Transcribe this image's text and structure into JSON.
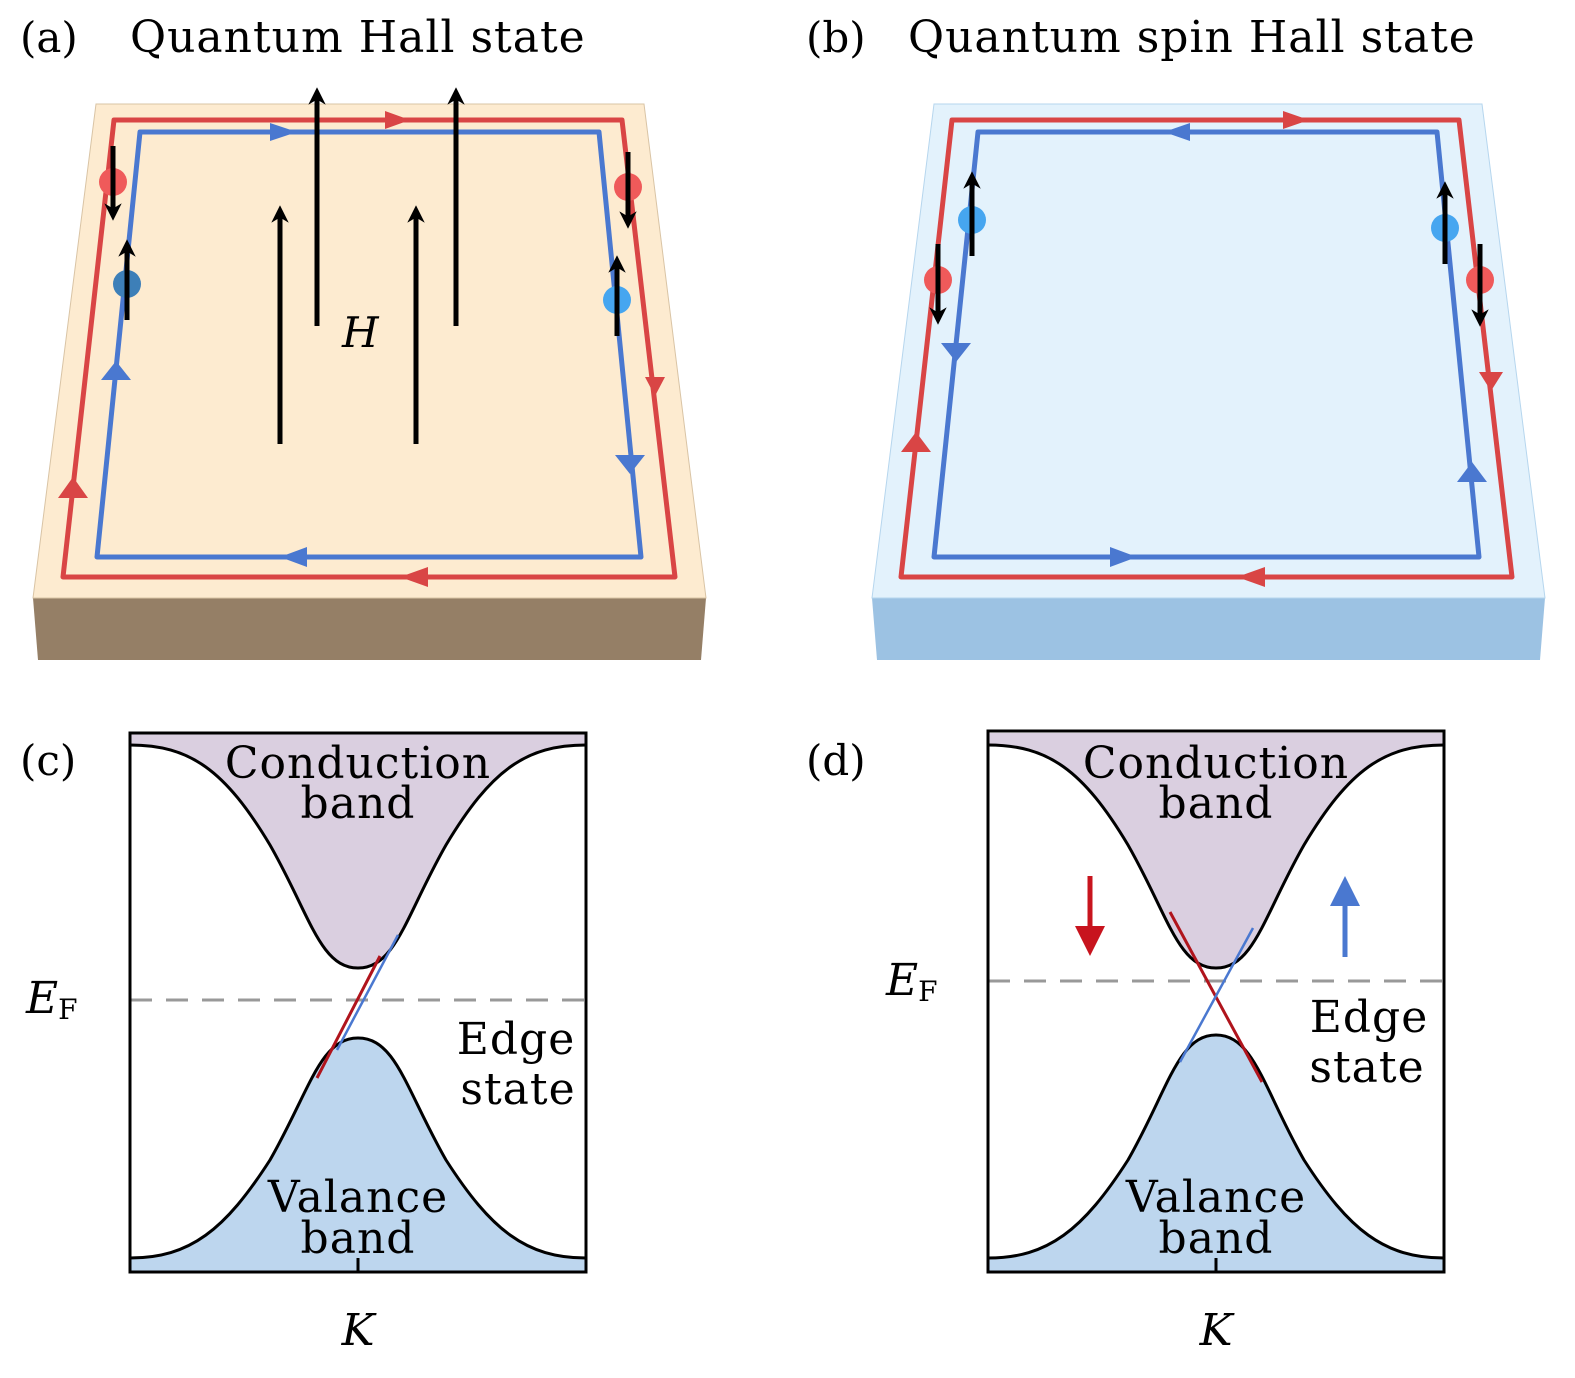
{
  "panel_a": {
    "label": "(a)",
    "title": "Quantum Hall state",
    "field_label": "H"
  },
  "panel_b": {
    "label": "(b)",
    "title": "Quantum spin Hall state"
  },
  "panel_c": {
    "label": "(c)",
    "conduction_line1": "Conduction",
    "conduction_line2": "band",
    "valence_line1": "Valance",
    "valence_line2": "band",
    "edge_line1": "Edge",
    "edge_line2": "state",
    "fermi_main": "E",
    "fermi_sub": "F",
    "k_label": "K"
  },
  "panel_d": {
    "label": "(d)",
    "conduction_line1": "Conduction",
    "conduction_line2": "band",
    "valence_line1": "Valance",
    "valence_line2": "band",
    "edge_line1": "Edge",
    "edge_line2": "state",
    "fermi_main": "E",
    "fermi_sub": "F",
    "k_label": "K"
  },
  "colors": {
    "red_edge": "#d94545",
    "blue_edge": "#4a78d0",
    "qh_slab_top": "#fdebd0",
    "qh_slab_side": "#957f66",
    "qsh_slab_top": "#e3f2fc",
    "qsh_slab_side": "#9cc2e3",
    "conduction_fill": "#dacfe0",
    "valence_fill": "#bdd6ee",
    "spin_down_arrow": "#c8141e",
    "spin_up_arrow": "#4a78d0"
  }
}
